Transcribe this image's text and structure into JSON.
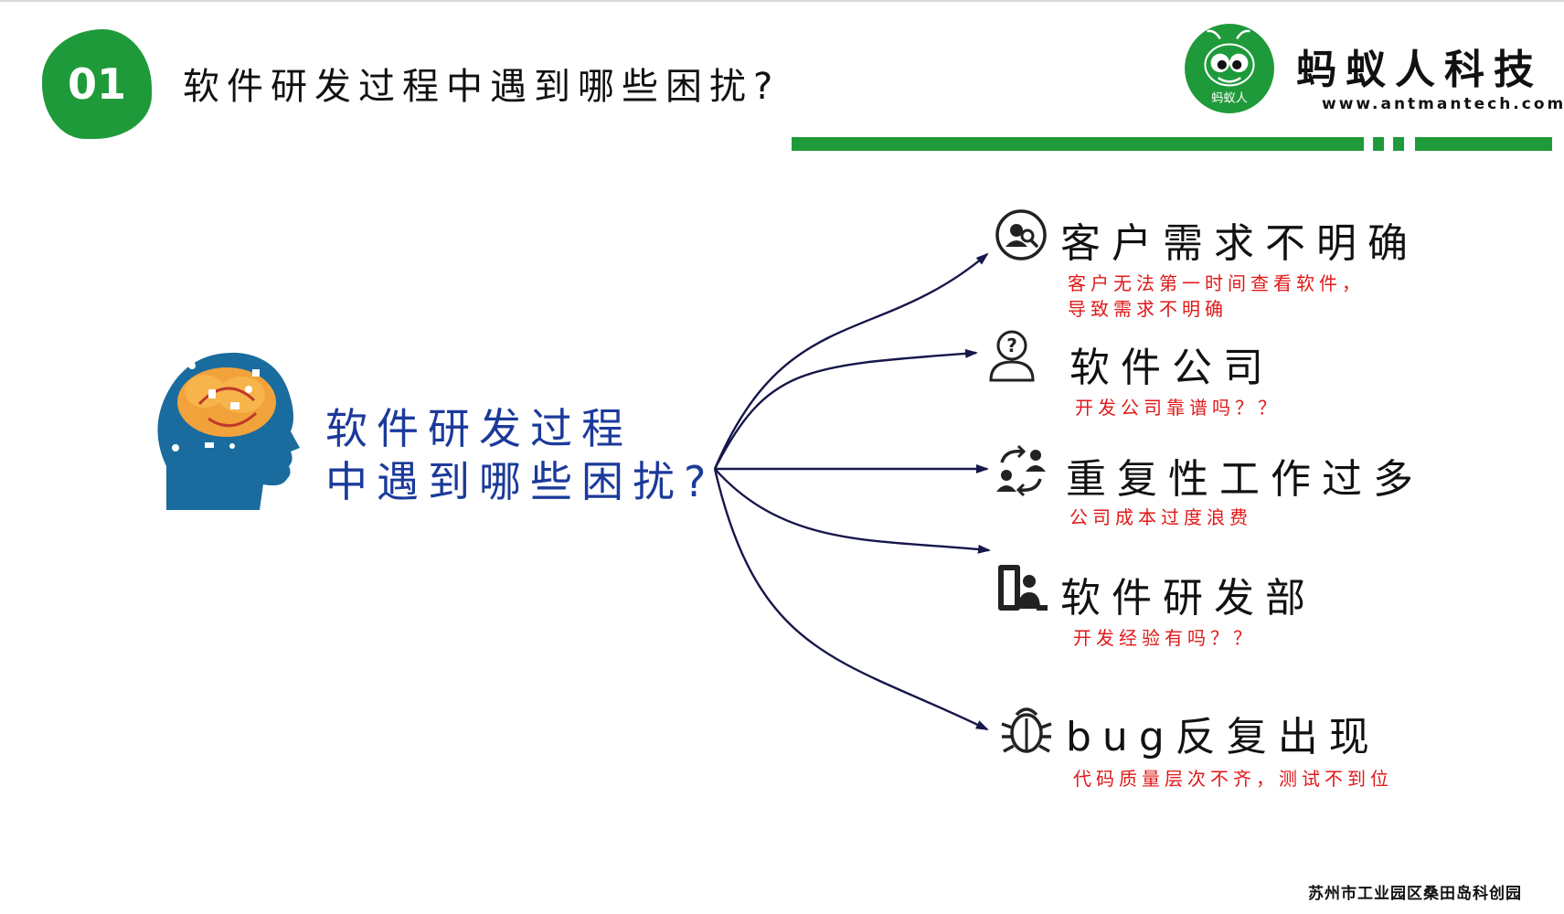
{
  "header": {
    "section_number": "01",
    "title": "软件研发过程中遇到哪些困扰?"
  },
  "brand": {
    "name": "蚂蚁人科技",
    "url": "www.antmantech.com",
    "logo_text": "蚂蚁人",
    "color": "#1f9a3a"
  },
  "center": {
    "line1": "软件研发过程",
    "line2": "中遇到哪些困扰?",
    "icon": "head-cloud-icon",
    "color": "#1b3a9a"
  },
  "nodes": [
    {
      "title": "客户需求不明确",
      "icon": "user-search-icon",
      "desc_lines": [
        "客户无法第一时间查看软件，",
        "导致需求不明确"
      ]
    },
    {
      "title": "软件公司",
      "icon": "user-question-icon",
      "desc_lines": [
        "开发公司靠谱吗？？"
      ]
    },
    {
      "title": "重复性工作过多",
      "icon": "users-exchange-icon",
      "desc_lines": [
        "公司成本过度浪费"
      ]
    },
    {
      "title": "软件研发部",
      "icon": "department-icon",
      "desc_lines": [
        "开发经验有吗？？"
      ]
    },
    {
      "title": "bug反复出现",
      "icon": "bug-icon",
      "desc_lines": [
        "代码质量层次不齐，测试不到位"
      ]
    }
  ],
  "footer": {
    "address": "苏州市工业园区桑田岛科创园"
  },
  "colors": {
    "accent_green": "#1f9a3a",
    "desc_red": "#e01818",
    "connector": "#16164a"
  }
}
